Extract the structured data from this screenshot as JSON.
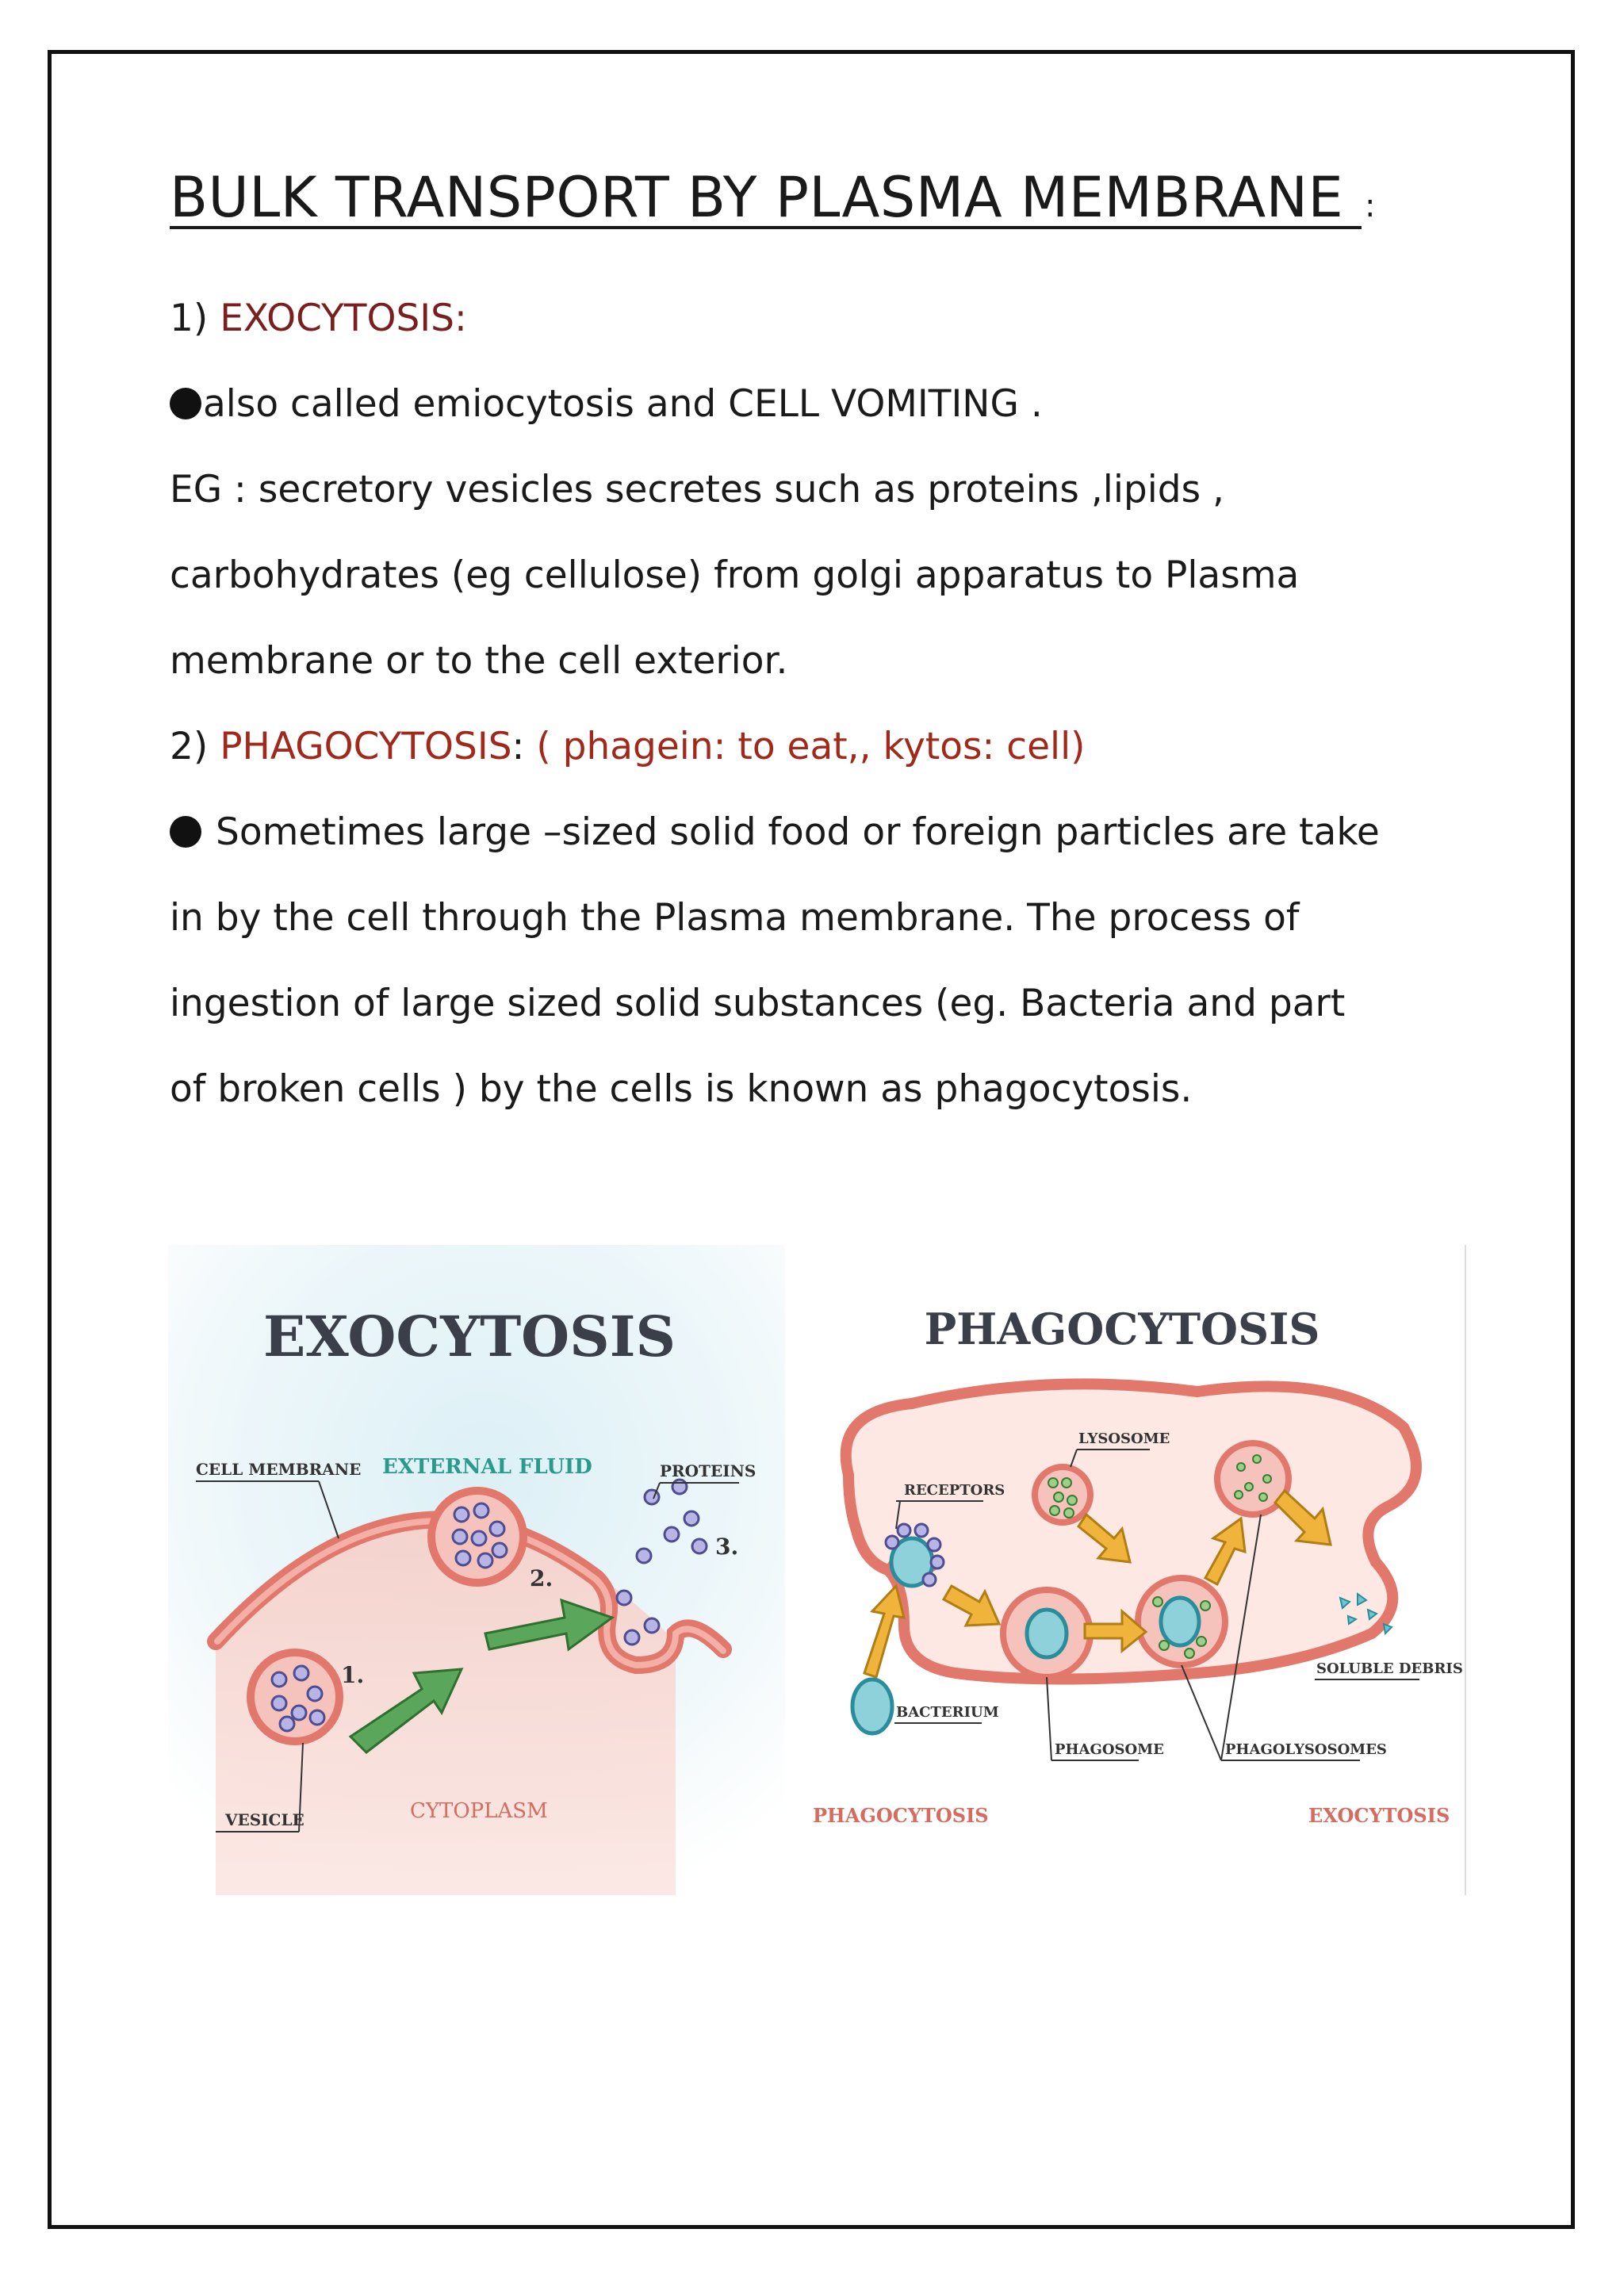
{
  "title": "BULK TRANSPORT BY PLASMA MEMBRANE ",
  "title_colon": ":",
  "s1": {
    "num": "1) ",
    "head": "EXOCYTOSIS:"
  },
  "s1_bullet": "also called emiocytosis and CELL VOMITING .",
  "s1_eg": [
    "EG : secretory vesicles secretes such as proteins ,lipids ,",
    "carbohydrates (eg cellulose) from golgi apparatus to Plasma",
    "membrane or to the cell exterior."
  ],
  "s2": {
    "num": "2) ",
    "head": "PHAGOCYTOSIS",
    "colon": ": ",
    "etym": "( phagein: to eat,, kytos: cell)"
  },
  "s2_text": [
    "Sometimes large –sized solid food or foreign particles are take",
    "in by the cell through the Plasma membrane. The process of",
    "ingestion of large sized solid substances (eg. Bacteria and part",
    "of broken cells ) by the cells is known as phagocytosis."
  ],
  "exo": {
    "title": "EXOCYTOSIS",
    "cell_membrane": "CELL MEMBRANE",
    "external_fluid": "EXTERNAL FLUID",
    "proteins": "PROTEINS",
    "step1": "1.",
    "step2": "2.",
    "step3": "3.",
    "vesicle": "VESICLE",
    "cytoplasm": "CYTOPLASM"
  },
  "phago": {
    "title": "PHAGOCYTOSIS",
    "lysosome": "LYSOSOME",
    "receptors": "RECEPTORS",
    "bacterium": "BACTERIUM",
    "phagosome": "PHAGOSOME",
    "phagolysosomes": "PHAGOLYSOSOMES",
    "soluble_debris": "SOLUBLE DEBRIS",
    "footer_left": "PHAGOCYTOSIS",
    "footer_right": "EXOCYTOSIS"
  },
  "colors": {
    "dark_red": "#7a1f1f",
    "bright_red": "#a0291c",
    "membrane": "#e2776b",
    "arrow_green": "#5aa65a",
    "arrow_yellow": "#f0b43c",
    "teal": "#35a9b9"
  }
}
